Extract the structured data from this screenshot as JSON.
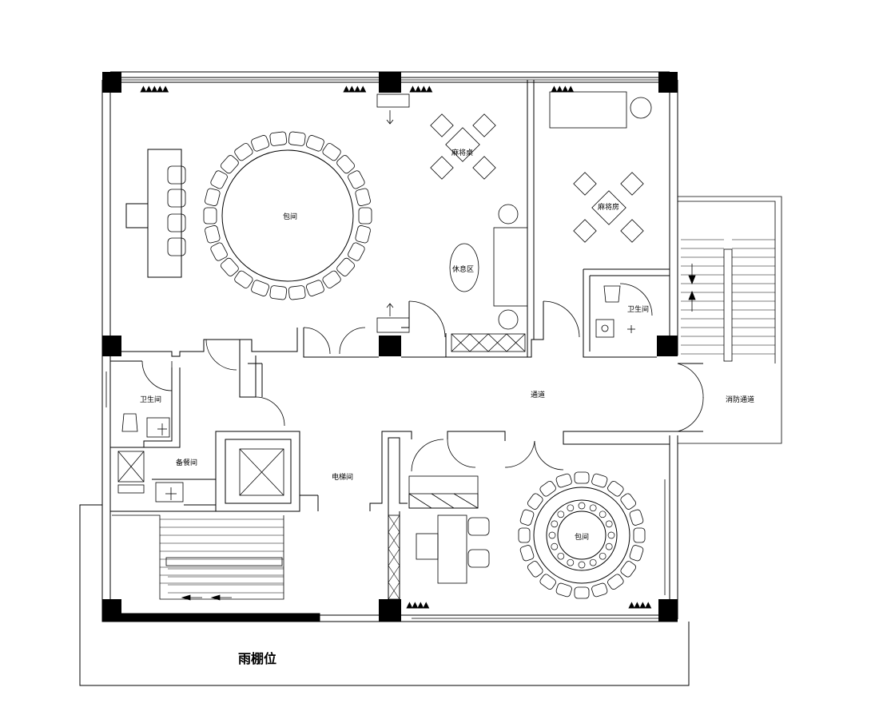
{
  "plan": {
    "labels": {
      "banquet_room_north": "包间",
      "mahjong_table": "麻将桌",
      "mahjong_room": "麻将房",
      "lounge_area": "休息区",
      "restroom_east": "卫生间",
      "restroom_west": "卫生间",
      "corridor": "通道",
      "fire_escape": "消防通道",
      "prep_room": "备餐间",
      "elevator_hall": "电梯间",
      "banquet_room_south": "包间",
      "canopy": "雨棚位"
    }
  }
}
